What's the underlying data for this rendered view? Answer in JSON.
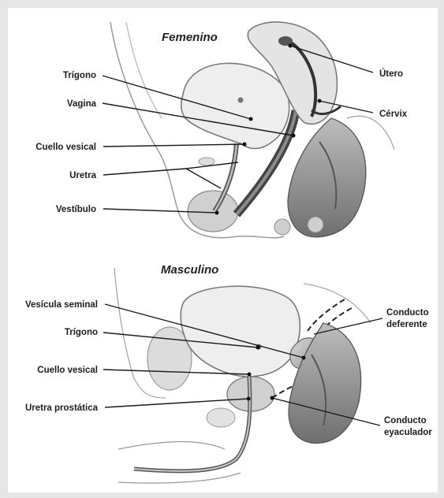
{
  "sections": {
    "female": {
      "title": "Femenino",
      "labels": {
        "trigono": "Trígono",
        "vagina": "Vagina",
        "cuello_vesical": "Cuello vesical",
        "uretra": "Uretra",
        "vestibulo": "Vestíbulo",
        "utero": "Útero",
        "cervix": "Cérvix"
      }
    },
    "male": {
      "title": "Masculino",
      "labels": {
        "vesicula_seminal": "Vesícula seminal",
        "trigono": "Trígono",
        "cuello_vesical": "Cuello vesical",
        "uretra_prostatica": "Uretra prostática",
        "conducto_deferente_1": "Conducto",
        "conducto_deferente_2": "deferente",
        "conducto_eyaculador_1": "Conducto",
        "conducto_eyaculador_2": "eyaculador"
      }
    }
  },
  "colors": {
    "background": "#e6e6e6",
    "panel": "#ffffff",
    "ink": "#1a1a1a"
  }
}
